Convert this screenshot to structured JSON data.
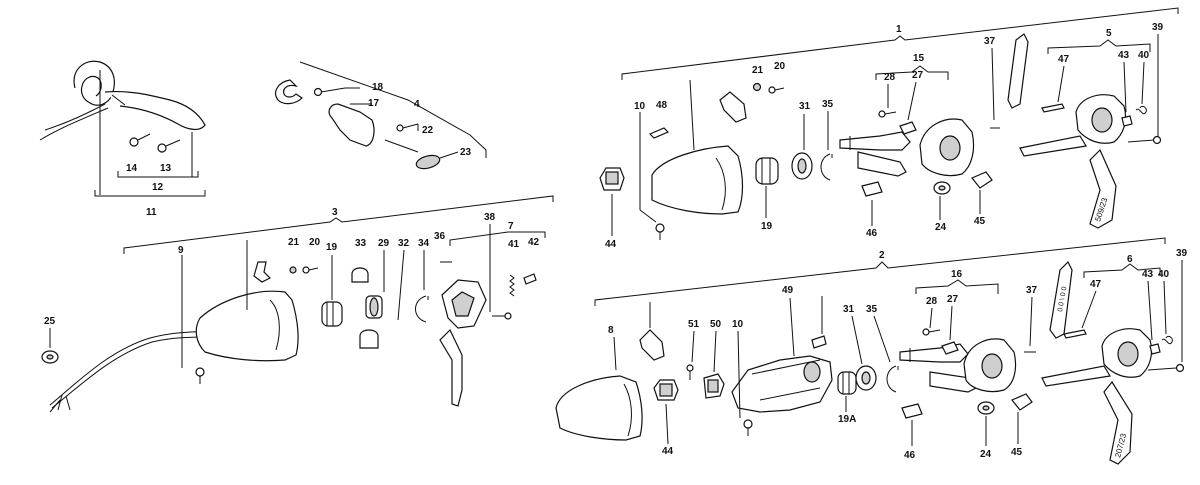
{
  "callouts": {
    "c1": "1",
    "c2": "2",
    "c3": "3",
    "c4": "4",
    "c5": "5",
    "c6": "6",
    "c7": "7",
    "c8": "8",
    "c9": "9",
    "c10a": "10",
    "c10b": "10",
    "c11": "11",
    "c12": "12",
    "c13": "13",
    "c14": "14",
    "c15": "15",
    "c16": "16",
    "c17": "17",
    "c18": "18",
    "c19a": "19",
    "c19b": "19",
    "c19A": "19A",
    "c20a": "20",
    "c20b": "20",
    "c21a": "21",
    "c21b": "21",
    "c22": "22",
    "c23": "23",
    "c24a": "24",
    "c24b": "24",
    "c25": "25",
    "c27a": "27",
    "c27b": "27",
    "c28a": "28",
    "c28b": "28",
    "c29": "29",
    "c31a": "31",
    "c31b": "31",
    "c32": "32",
    "c33": "33",
    "c34": "34",
    "c35a": "35",
    "c35b": "35",
    "c36": "36",
    "c37a": "37",
    "c37b": "37",
    "c38": "38",
    "c39a": "39",
    "c39b": "39",
    "c40a": "40",
    "c40b": "40",
    "c41": "41",
    "c42": "42",
    "c43a": "43",
    "c43b": "43",
    "c44a": "44",
    "c44b": "44",
    "c45a": "45",
    "c45b": "45",
    "c46a": "46",
    "c46b": "46",
    "c47a": "47",
    "c47b": "47",
    "c48": "48",
    "c49": "49",
    "c50": "50",
    "c51": "51"
  },
  "lever_text": {
    "upper": "509/23",
    "lower": "207/23",
    "lower_mid": "0 0 \\ 0 0"
  }
}
